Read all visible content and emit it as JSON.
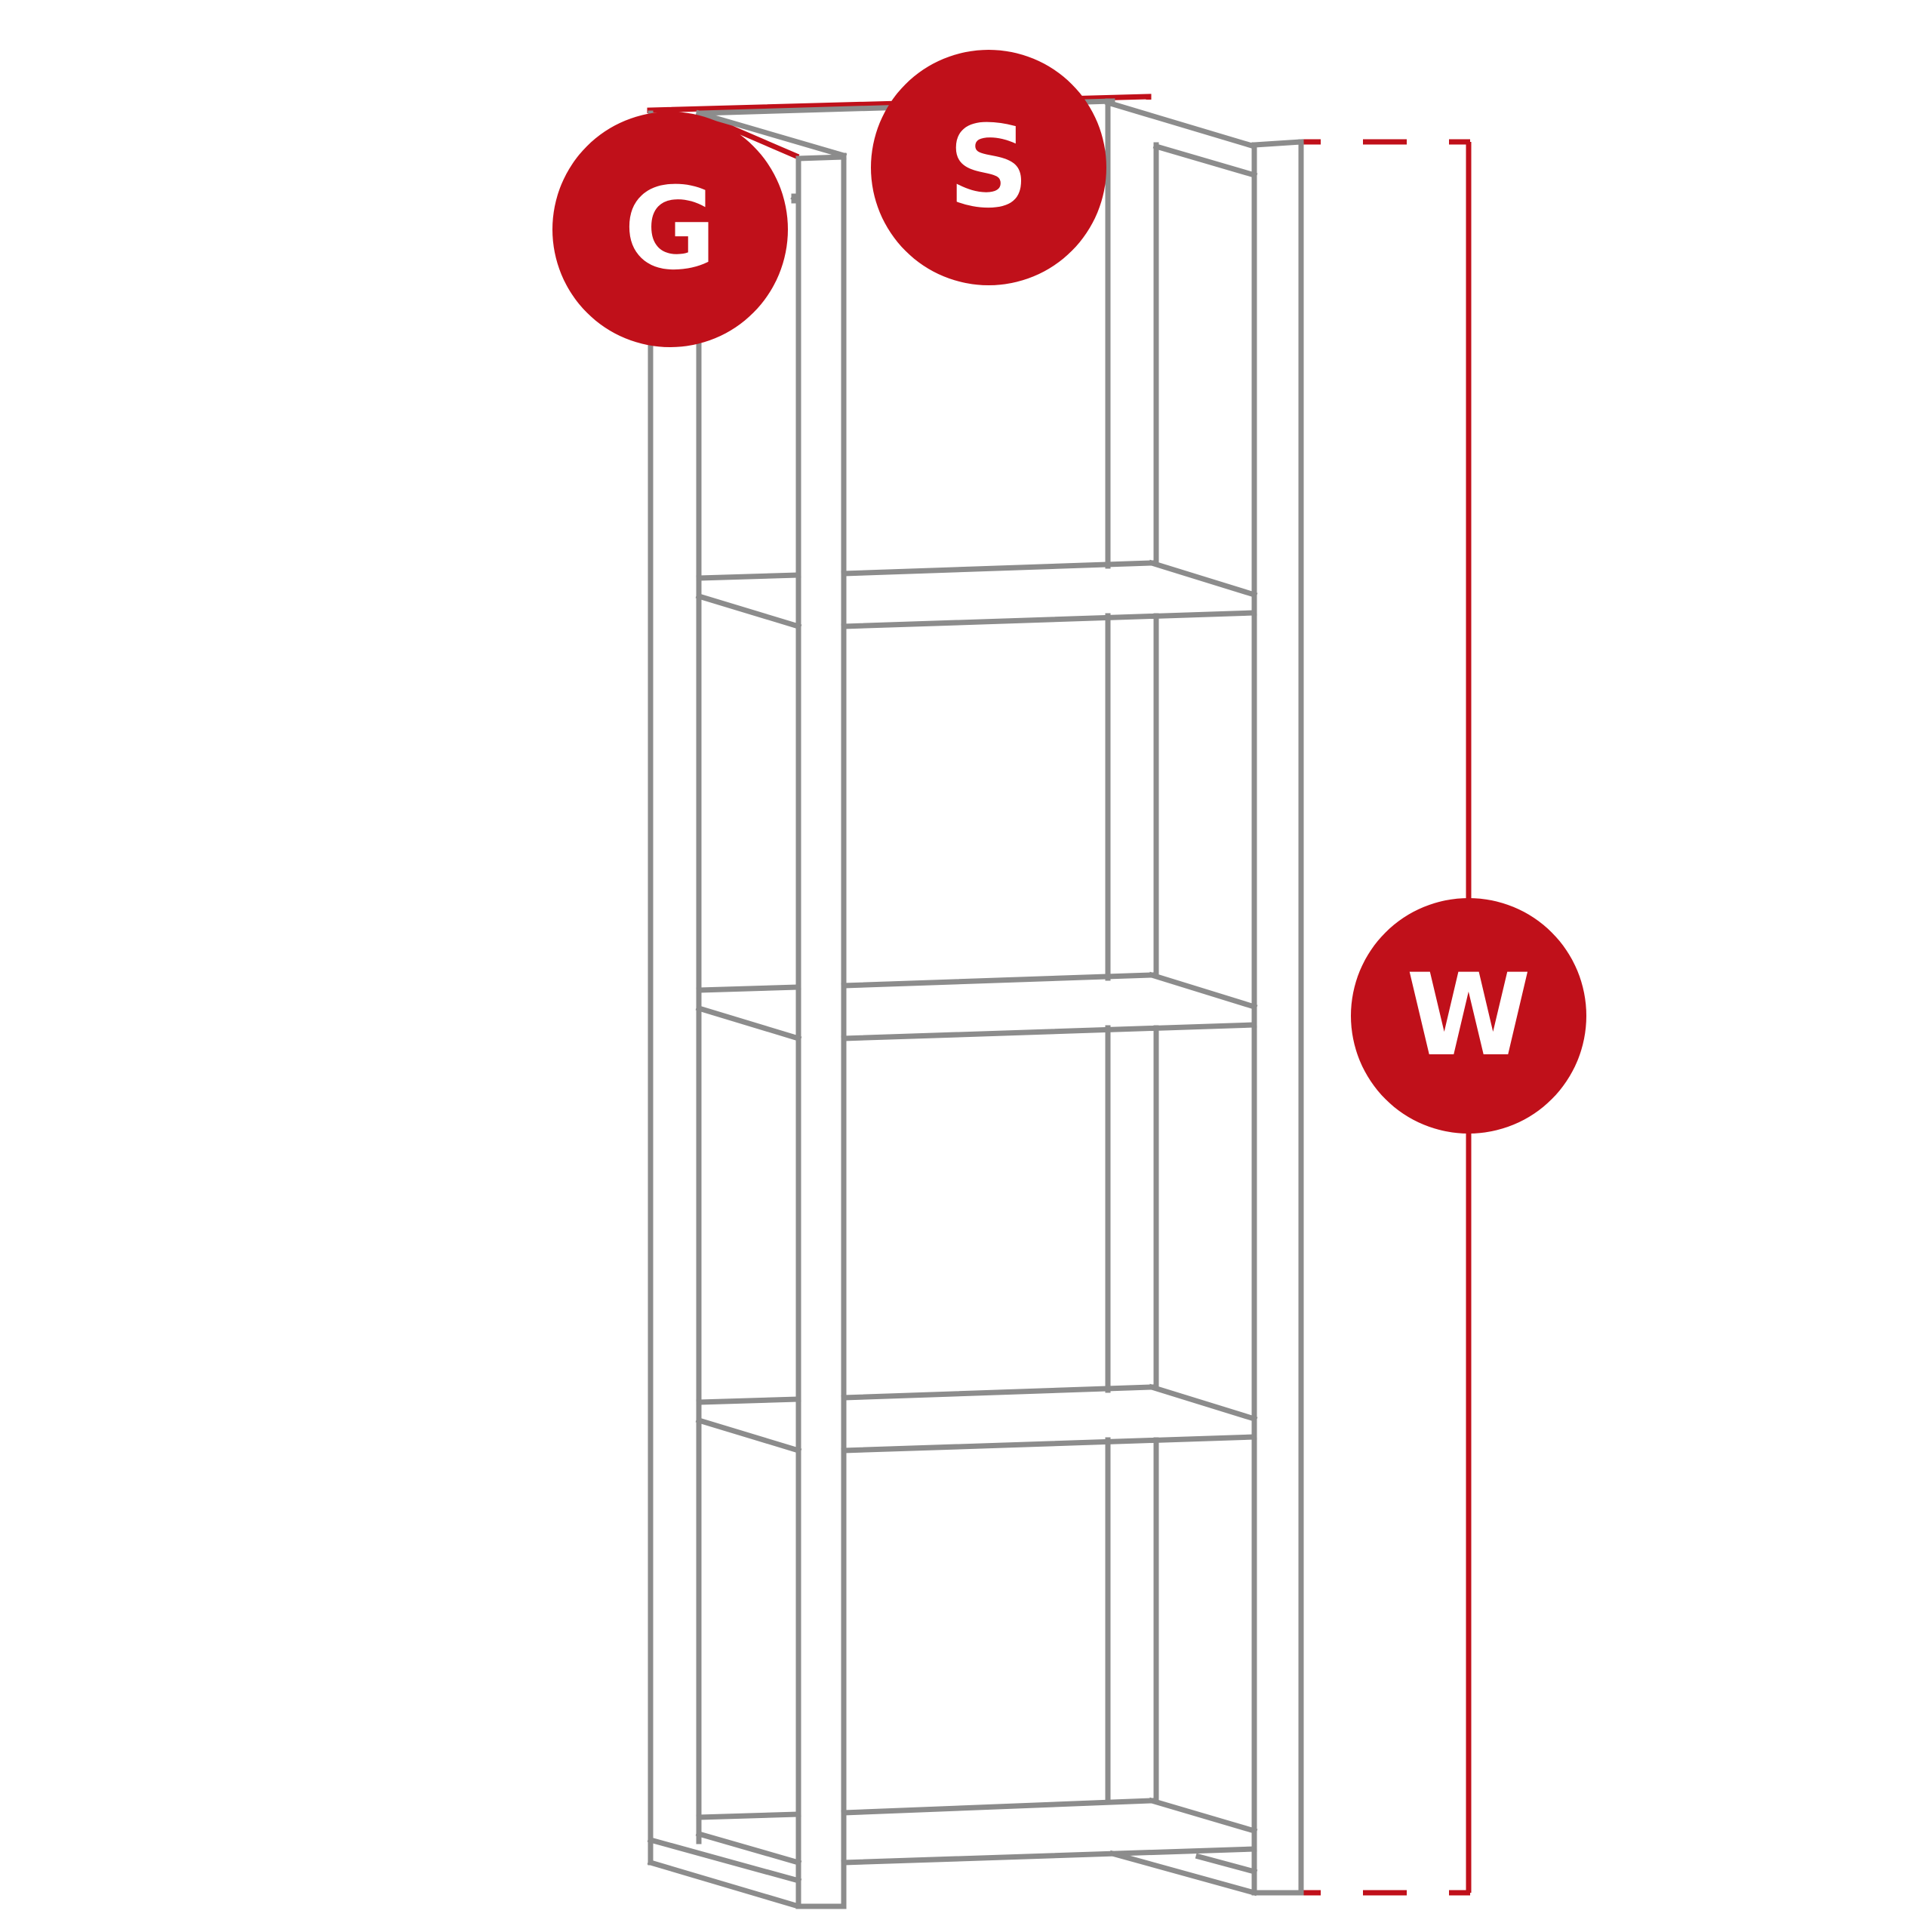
{
  "badges": {
    "depth": {
      "letter": "G"
    },
    "width": {
      "letter": "S"
    },
    "height": {
      "letter": "W"
    }
  },
  "colors": {
    "accent": "#c0101a",
    "outline": "#8c8c8c",
    "background": "#ffffff"
  },
  "shelf_count": 4
}
